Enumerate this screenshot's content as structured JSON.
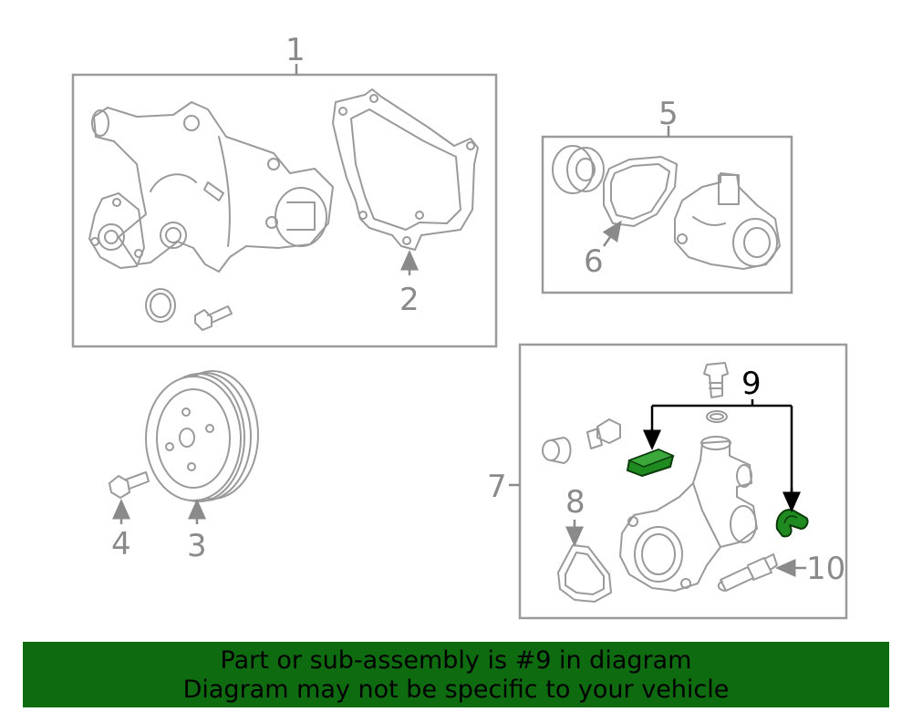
{
  "callouts": [
    "1",
    "2",
    "3",
    "4",
    "5",
    "6",
    "7",
    "8",
    "9",
    "10"
  ],
  "highlight": "9",
  "colors": {
    "highlight": "#1f8a1f",
    "banner": "#0f6b0f",
    "outline": "#9a9a9a"
  },
  "banner": {
    "line1": "Part or sub-assembly is #9 in diagram",
    "line2": "Diagram may not be specific to your vehicle"
  }
}
